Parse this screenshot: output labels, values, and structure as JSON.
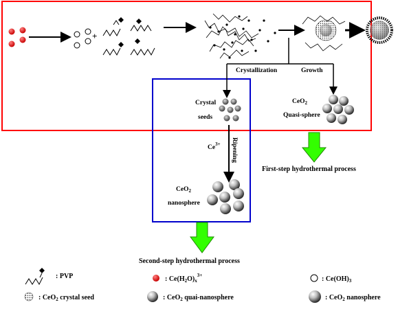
{
  "labels": {
    "crystallization": "Crystallization",
    "growth": "Growth",
    "crystal_seeds_l1": "Crystal",
    "crystal_seeds_l2": "seeds",
    "ceo2_quasi_l1": "CeO",
    "ceo2_quasi_sub": "2",
    "ceo2_quasi_l2": "Quasi-sphere",
    "ce3_plus_base": "Ce",
    "ce3_plus_sup": "3+",
    "ripening": "Ripening",
    "ceo2_nano_l1": "CeO",
    "ceo2_nano_sub": "2",
    "ceo2_nano_l2": "nanosphere",
    "first_step": "First-step  hydrothermal process",
    "second_step": "Second-step  hydrothermal process"
  },
  "legend": {
    "pvp": ": PVP",
    "ce_h2o_pre": ": Ce(H",
    "ce_h2o_sub2": "2",
    "ce_h2o_mid": "O)",
    "ce_h2o_subx": "x",
    "ce_h2o_sup": "3+",
    "ceoh3_pre": ": Ce(OH)",
    "ceoh3_sub": "3",
    "seed_pre": ": CeO",
    "seed_sub": "2",
    "seed_post": " crystal seed",
    "quasi_pre": ": CeO",
    "quasi_sub": "2",
    "quasi_post": " quai-nanosphere",
    "nano_pre": ": CeO",
    "nano_sub": "2",
    "nano_post": " nanosphere"
  },
  "colors": {
    "first_step_frame": "#ff0000",
    "second_step_frame": "#0000cc",
    "process_arrow": "#33ff00",
    "ce_ion": "#e00000"
  }
}
